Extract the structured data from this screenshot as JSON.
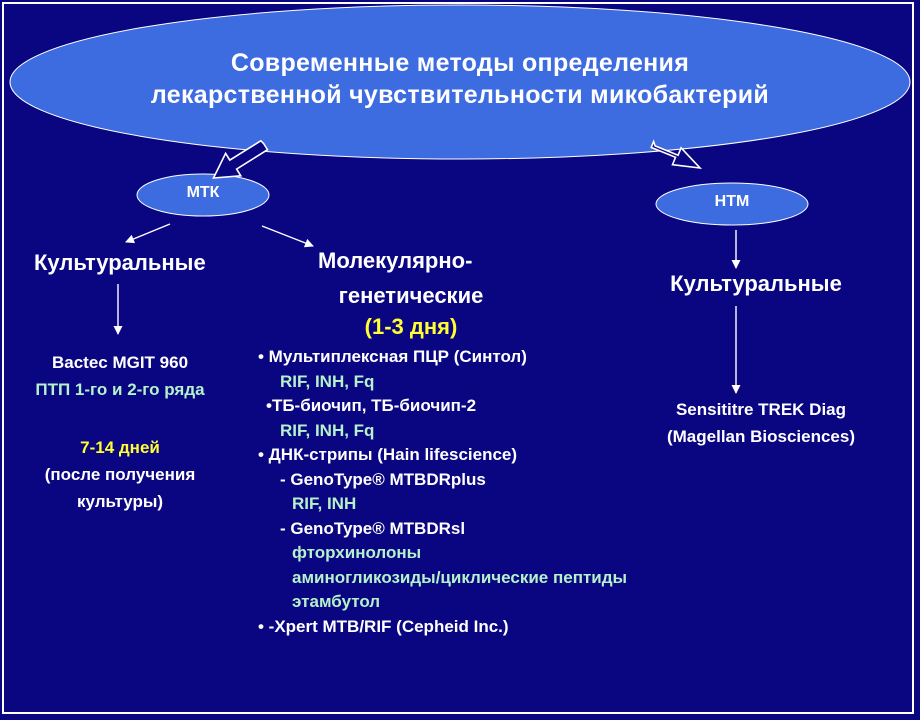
{
  "title": {
    "line1": "Современные методы определения",
    "line2": "лекарственной чувствительности микобактерий"
  },
  "mtk": {
    "label": "МТК",
    "cultural": {
      "heading": "Культуральные",
      "method": "Bactec MGIT 960",
      "drugs": "ПТП 1-го и 2-го ряда",
      "time": "7-14 дней",
      "note_line1": "(после получения",
      "note_line2": "культуры)"
    },
    "molecular": {
      "heading_line1": "Молекулярно-",
      "heading_line2": "генетические",
      "time": "(1-3 дня)",
      "items": [
        {
          "text": "• Мультиплексная ПЦР (Синтол)",
          "color": "w",
          "indent": 0
        },
        {
          "text": "RIF, INH, Fq",
          "color": "g",
          "indent": 22
        },
        {
          "text": "•ТБ-биочип, ТБ-биочип-2",
          "color": "w",
          "indent": 8
        },
        {
          "text": "RIF, INH, Fq",
          "color": "g",
          "indent": 22
        },
        {
          "text": "• ДНК-стрипы (Hain lifescience)",
          "color": "w",
          "indent": 0
        },
        {
          "text": "- GenoType® MTBDRplus",
          "color": "w",
          "indent": 22
        },
        {
          "text": "RIF, INH",
          "color": "g",
          "indent": 34
        },
        {
          "text": "- GenoType® MTBDRsl",
          "color": "w",
          "indent": 22
        },
        {
          "text": "фторхинолоны",
          "color": "g",
          "indent": 34
        },
        {
          "text": "аминогликозиды/циклические пептиды",
          "color": "g",
          "indent": 34
        },
        {
          "text": "этамбутол",
          "color": "g",
          "indent": 34
        },
        {
          "text": "•  -Xpert MTB/RIF (Cepheid Inc.)",
          "color": "w",
          "indent": 0
        }
      ]
    }
  },
  "ntm": {
    "label": "НТМ",
    "heading": "Культуральные",
    "method": "Sensititre TREK Diag",
    "maker": "(Magellan Biosciences)"
  },
  "colors": {
    "background": "#0a0580",
    "oval_fill": "#3d6be0",
    "text": "#ffffff",
    "highlight": "#ffff33",
    "drug_text": "#b5f2cc"
  }
}
